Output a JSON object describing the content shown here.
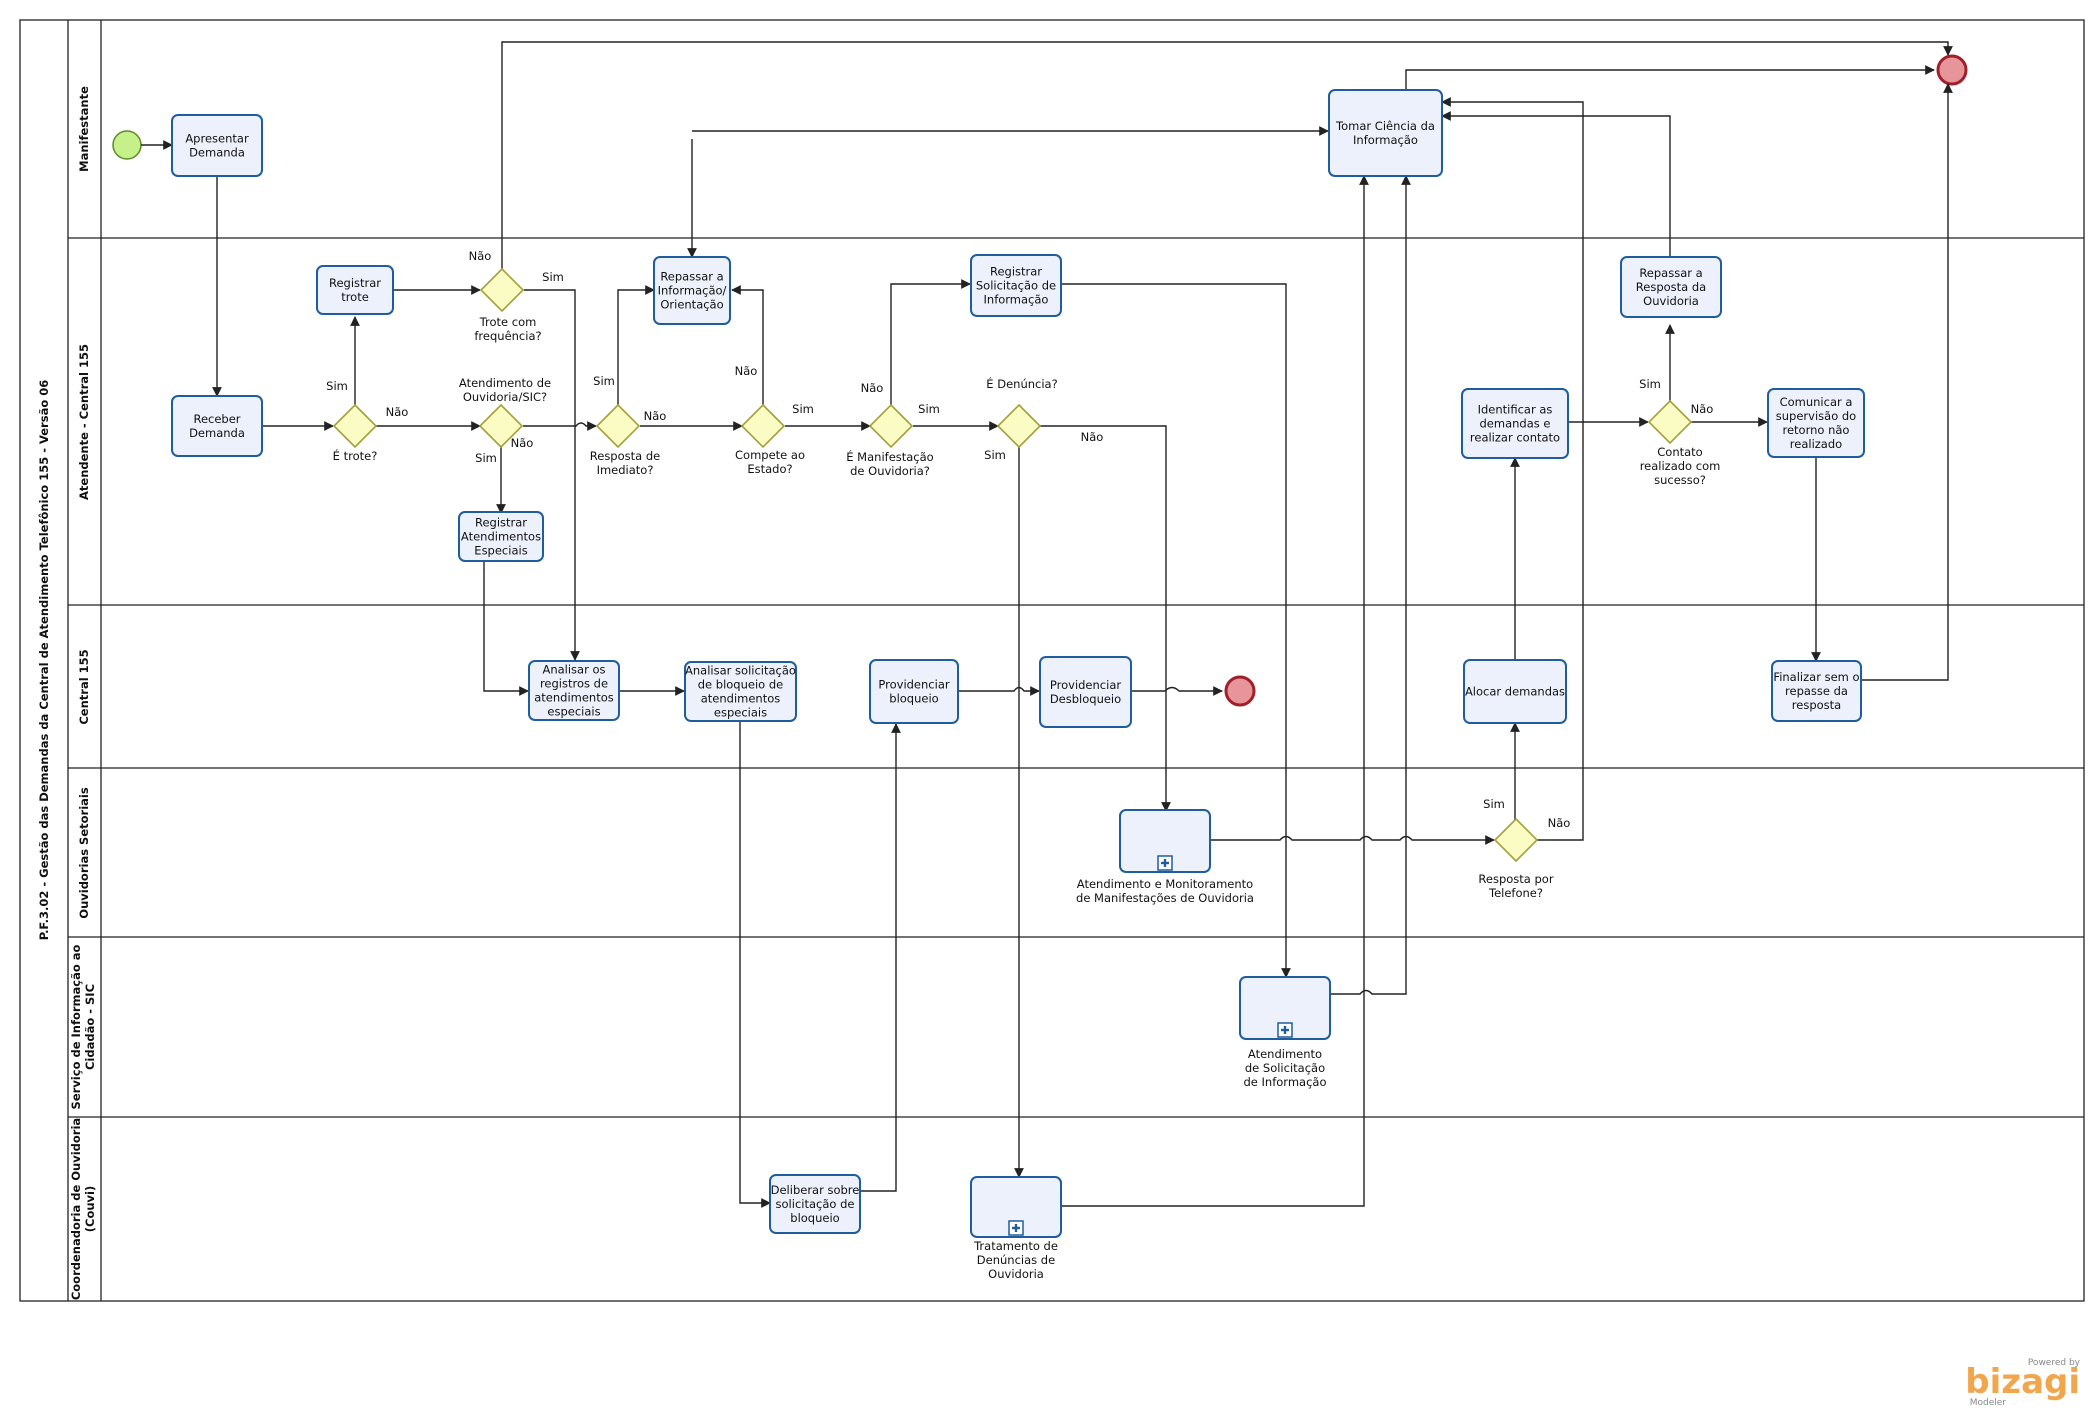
{
  "pool": {
    "title": "P.F.3.02 - Gestão das Demandas da Central de Atendimento Telefônico 155 - Versão 06"
  },
  "lanes": [
    {
      "id": "manifestante",
      "label": [
        "Manifestante"
      ]
    },
    {
      "id": "atendente",
      "label": [
        "Atendente - Central 155"
      ]
    },
    {
      "id": "central",
      "label": [
        "Central 155"
      ]
    },
    {
      "id": "ouvidorias",
      "label": [
        "Ouvidorias Setoriais"
      ]
    },
    {
      "id": "sic",
      "label": [
        "Serviço de Informação ao",
        "Cidadão - SIC"
      ]
    },
    {
      "id": "couvi",
      "label": [
        "Coordenadoria de Ouvidoria",
        "(Couvi)"
      ]
    }
  ],
  "tasks": [
    {
      "id": "apresentar",
      "lines": [
        "Apresentar",
        "Demanda"
      ]
    },
    {
      "id": "tomar",
      "lines": [
        "Tomar Ciência da",
        "Informação"
      ]
    },
    {
      "id": "receber",
      "lines": [
        "Receber",
        "Demanda"
      ]
    },
    {
      "id": "reg_trote",
      "lines": [
        "Registrar",
        "trote"
      ]
    },
    {
      "id": "repassar_info",
      "lines": [
        "Repassar a",
        "Informação/",
        "Orientação"
      ]
    },
    {
      "id": "reg_solic",
      "lines": [
        "Registrar",
        "Solicitação de",
        "Informação"
      ]
    },
    {
      "id": "reg_atend",
      "lines": [
        "Registrar",
        "Atendimentos",
        "Especiais"
      ]
    },
    {
      "id": "identificar",
      "lines": [
        "Identificar as",
        "demandas e",
        "realizar contato"
      ]
    },
    {
      "id": "repassar_resp",
      "lines": [
        "Repassar a",
        "Resposta da",
        "Ouvidoria"
      ]
    },
    {
      "id": "comunicar",
      "lines": [
        "Comunicar a",
        "supervisão do",
        "retorno não",
        "realizado"
      ]
    },
    {
      "id": "analisar_reg",
      "lines": [
        "Analisar os",
        "registros de",
        "atendimentos",
        "especiais"
      ]
    },
    {
      "id": "analisar_solic",
      "lines": [
        "Analisar solicitação",
        "de bloqueio de",
        "atendimentos",
        "especiais"
      ]
    },
    {
      "id": "prov_bloq",
      "lines": [
        "Providenciar",
        "bloqueio"
      ]
    },
    {
      "id": "prov_desbloq",
      "lines": [
        "Providenciar",
        "Desbloqueio"
      ]
    },
    {
      "id": "alocar",
      "lines": [
        "Alocar demandas"
      ]
    },
    {
      "id": "finalizar",
      "lines": [
        "Finalizar sem o",
        "repasse da",
        "resposta"
      ]
    },
    {
      "id": "deliberar",
      "lines": [
        "Deliberar sobre",
        "solicitação de",
        "bloqueio"
      ]
    }
  ],
  "subprocesses": [
    {
      "id": "atend_monit",
      "lines": [
        "Atendimento e Monitoramento",
        "de Manifestações de Ouvidoria"
      ]
    },
    {
      "id": "atend_sic",
      "lines": [
        "Atendimento",
        "de Solicitação",
        "de Informação"
      ]
    },
    {
      "id": "tratamento",
      "lines": [
        "Tratamento de",
        "Denúncias de",
        "Ouvidoria"
      ]
    }
  ],
  "gateways": [
    {
      "id": "e_trote",
      "lines": [
        "É trote?"
      ]
    },
    {
      "id": "trote_freq",
      "lines": [
        "Trote com",
        "frequência?"
      ]
    },
    {
      "id": "atend_ouv",
      "lines": [
        "Atendimento de",
        "Ouvidoria/SIC?"
      ]
    },
    {
      "id": "resp_imed",
      "lines": [
        "Resposta de",
        "Imediato?"
      ]
    },
    {
      "id": "compete",
      "lines": [
        "Compete ao",
        "Estado?"
      ]
    },
    {
      "id": "e_manif",
      "lines": [
        "É Manifestação",
        "de Ouvidoria?"
      ]
    },
    {
      "id": "e_denuncia",
      "lines": [
        "É Denúncia?"
      ]
    },
    {
      "id": "contato",
      "lines": [
        "Contato",
        "realizado com",
        "sucesso?"
      ]
    },
    {
      "id": "resp_tel",
      "lines": [
        "Resposta por",
        "Telefone?"
      ]
    }
  ],
  "flow_labels": {
    "sim": "Sim",
    "nao": "Não"
  },
  "footer": {
    "powered": "Powered by",
    "brand": "bizagi",
    "product": "Modeler"
  },
  "colors": {
    "task_fill": "#edf1fb",
    "task_stroke": "#1f5d9e",
    "gateway_fill": "#fbfbc4",
    "gateway_stroke": "#a3a03a",
    "start_fill": "#c6f08a",
    "start_stroke": "#5c8a2a",
    "end_fill": "#e7949a",
    "end_stroke": "#a0202a",
    "brand": "#f2a64c"
  }
}
